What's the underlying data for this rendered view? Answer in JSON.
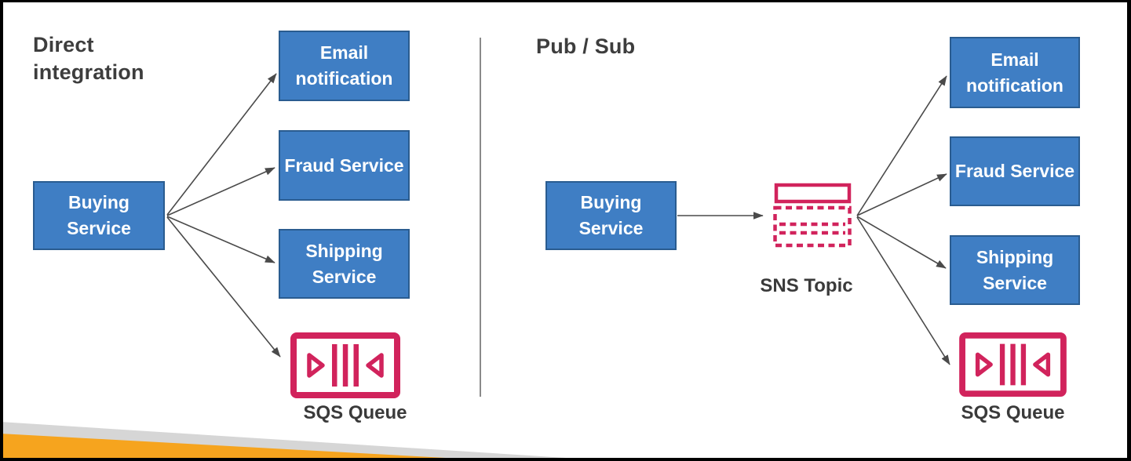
{
  "left_panel": {
    "title": "Direct integration",
    "source_label": "Buying Service",
    "targets": [
      "Email notification",
      "Fraud Service",
      "Shipping Service"
    ],
    "queue_label": "SQS Queue"
  },
  "right_panel": {
    "title": "Pub / Sub",
    "source_label": "Buying Service",
    "topic_label": "SNS Topic",
    "targets": [
      "Email notification",
      "Fraud Service",
      "Shipping Service"
    ],
    "queue_label": "SQS Queue"
  },
  "icons": {
    "sqs_queue": {
      "name": "sqs-queue-icon",
      "color": "#d1235c"
    },
    "sns_topic": {
      "name": "sns-topic-icon",
      "color": "#d1235c"
    }
  },
  "colors": {
    "box_fill": "#3f7ec4",
    "box_border": "#2a5c90",
    "box_text": "#ffffff",
    "aws_pink": "#d1235c",
    "title_text": "#3d3d3d",
    "arrow": "#4a4a4a",
    "divider": "#8a8a8a",
    "stripe_orange": "#f6a41e",
    "stripe_gray": "#d6d6d6",
    "frame_black": "#000000"
  }
}
